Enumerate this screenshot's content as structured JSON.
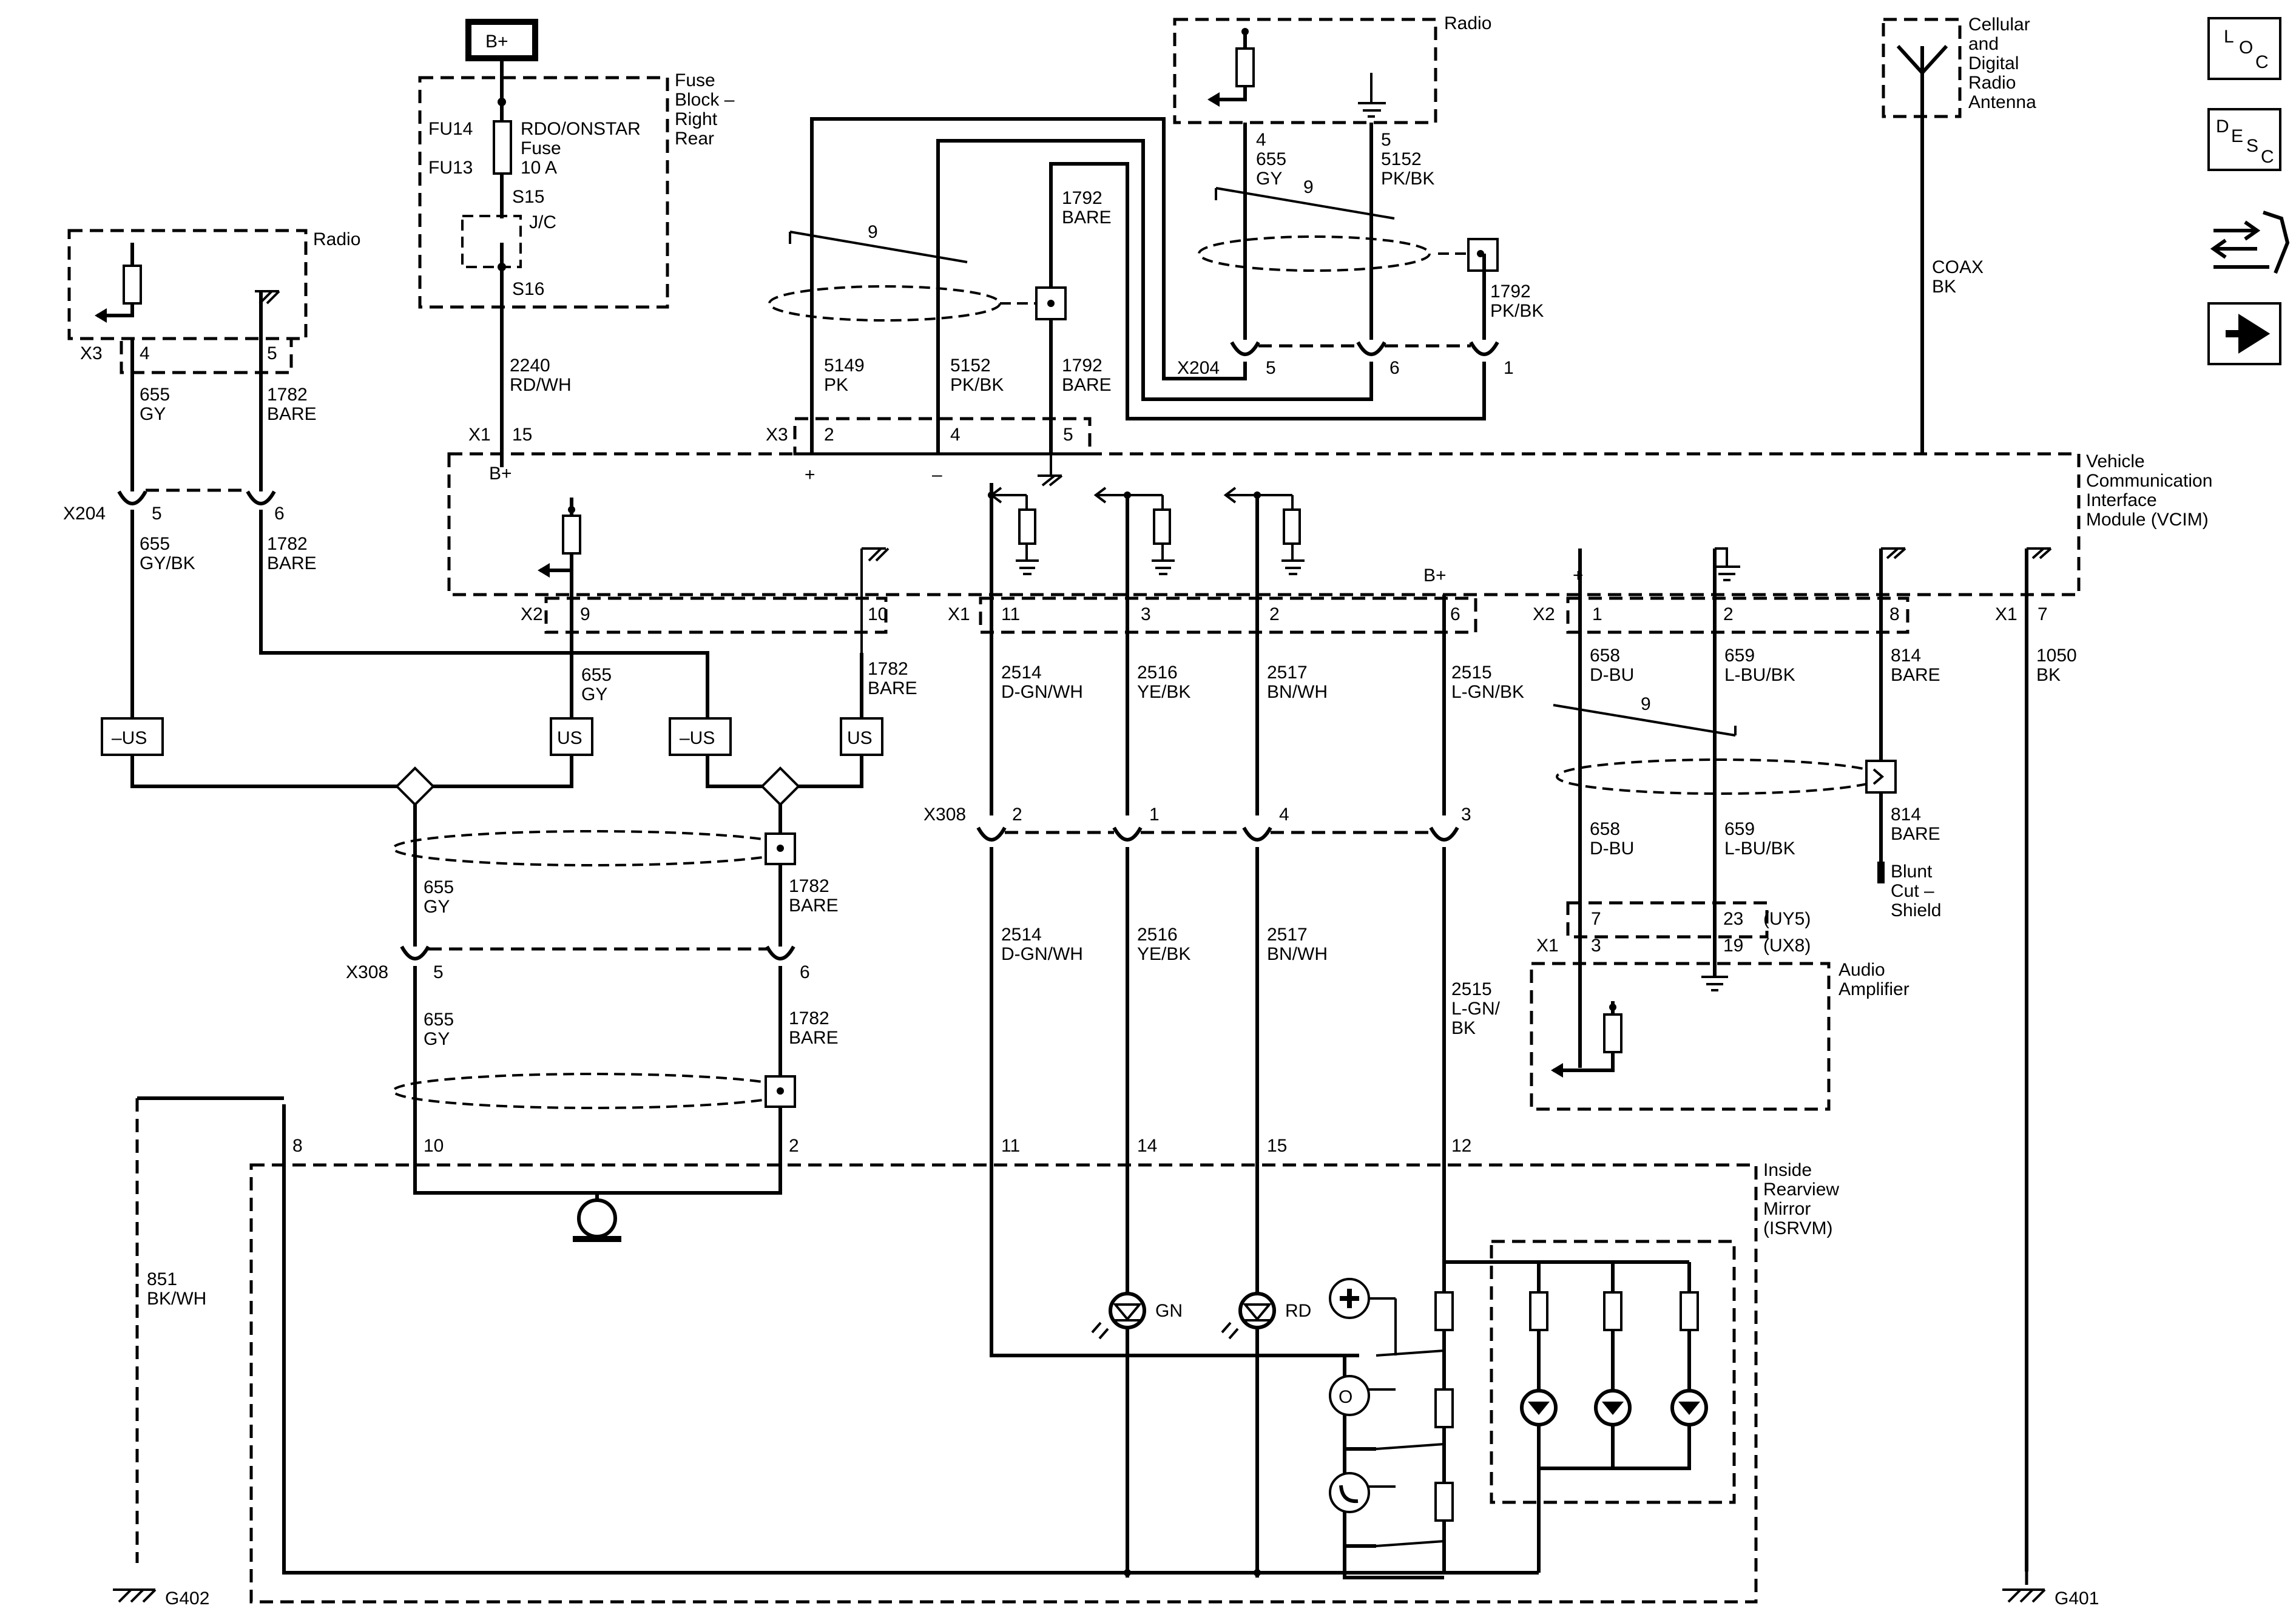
{
  "nav": {
    "loc": "LOC",
    "desc": "DESC",
    "icon_connector": "connector-wrench-icon",
    "icon_next": "right-arrow-icon"
  },
  "battery": "B+",
  "fuse_block": {
    "title_1": "Fuse",
    "title_2": "Block –",
    "title_3": "Right",
    "title_4": "Rear",
    "fu14": "FU14",
    "fu13": "FU13",
    "fuse_name_1": "RDO/ONSTAR",
    "fuse_name_2": "Fuse",
    "fuse_rating": "10 A",
    "s15": "S15",
    "jc": "J/C",
    "s16": "S16"
  },
  "radio_left": {
    "title": "Radio",
    "conn": "X3",
    "pin_a": "4",
    "pin_b": "5"
  },
  "radio_top": {
    "title": "Radio",
    "pin_a": "4",
    "pin_b": "5"
  },
  "antenna": {
    "title_1": "Cellular",
    "title_2": "and",
    "title_3": "Digital",
    "title_4": "Radio",
    "title_5": "Antenna",
    "cable_1": "COAX",
    "cable_2": "BK"
  },
  "vcim": {
    "title_1": "Vehicle",
    "title_2": "Communication",
    "title_3": "Interface",
    "title_4": "Module (VCIM)",
    "bplus_1": "B+",
    "bplus_2": "B+",
    "x1": "X1",
    "x1_pin": "15",
    "x3": "X3",
    "x3_pin_a": "2",
    "x3_pin_b": "4",
    "x3_pin_c": "5",
    "plus": "+",
    "minus": "–",
    "x2": "X2",
    "x2_pin_a": "9",
    "x2_pin_b": "10",
    "x1b": "X1",
    "x1b_pin_a": "11",
    "x1b_pin_b": "3",
    "x1b_pin_c": "2",
    "x1b_pin_d": "6",
    "x2b": "X2",
    "x2b_pin_a": "1",
    "x2b_pin_b": "2",
    "x2b_pin_c": "8",
    "plus2": "+",
    "x1c": "X1",
    "x1c_pin": "7"
  },
  "wires": {
    "w2240_a": "2240",
    "w2240_b": "RD/WH",
    "w5149_a": "5149",
    "w5149_b": "PK",
    "w5152_a": "5152",
    "w5152_b": "PK/BK",
    "w1792t_a": "1792",
    "w1792t_b": "BARE",
    "w1792b_a": "1792",
    "w1792b_b": "BARE",
    "twist9_a": "9",
    "twist9_b": "9",
    "twist9_c": "9",
    "w655t_a": "655",
    "w655t_b": "GY",
    "w5152r_a": "5152",
    "w5152r_b": "PK/BK",
    "w1792r_a": "1792",
    "w1792r_b": "PK/BK",
    "x204_top": "X204",
    "x204_top_a": "5",
    "x204_top_b": "6",
    "x204_top_c": "1",
    "w655l_a": "655",
    "w655l_b": "GY",
    "w1782l_a": "1782",
    "w1782l_b": "BARE",
    "x204_left": "X204",
    "x204_left_a": "5",
    "x204_left_b": "6",
    "w655gybk_a": "655",
    "w655gybk_b": "GY/BK",
    "w1782l2_a": "1782",
    "w1782l2_b": "BARE",
    "w655m_a": "655",
    "w655m_b": "GY",
    "w1782m_a": "1782",
    "w1782m_b": "BARE",
    "us_minus_1": "–US",
    "us_1": "US",
    "us_minus_2": "–US",
    "us_2": "US",
    "w655s_a": "655",
    "w655s_b": "GY",
    "w1782s_a": "1782",
    "w1782s_b": "BARE",
    "x308_left": "X308",
    "x308_left_a": "5",
    "x308_left_b": "6",
    "w655s2_a": "655",
    "w655s2_b": "GY",
    "w1782s2_a": "1782",
    "w1782s2_b": "BARE",
    "w2514_a": "2514",
    "w2514_b": "D-GN/WH",
    "w2516_a": "2516",
    "w2516_b": "YE/BK",
    "w2517_a": "2517",
    "w2517_b": "BN/WH",
    "w2515_a": "2515",
    "w2515_b": "L-GN/BK",
    "x308_mid": "X308",
    "x308_mid_a": "2",
    "x308_mid_b": "1",
    "x308_mid_c": "4",
    "x308_mid_d": "3",
    "w2514b_a": "2514",
    "w2514b_b": "D-GN/WH",
    "w2516b_a": "2516",
    "w2516b_b": "YE/BK",
    "w2517b_a": "2517",
    "w2517b_b": "BN/WH",
    "w2515b_a": "2515",
    "w2515b_b": "L-GN/",
    "w2515b_c": "BK",
    "w658_a": "658",
    "w658_b": "D-BU",
    "w659_a": "659",
    "w659_b": "L-BU/BK",
    "w814_a": "814",
    "w814_b": "BARE",
    "w658b_a": "658",
    "w658b_b": "D-BU",
    "w659b_a": "659",
    "w659b_b": "L-BU/BK",
    "w814b_a": "814",
    "w814b_b": "BARE",
    "blunt_1": "Blunt",
    "blunt_2": "Cut –",
    "blunt_3": "Shield",
    "w1050_a": "1050",
    "w1050_b": "BK",
    "w851_a": "851",
    "w851_b": "BK/WH"
  },
  "amplifier": {
    "title_1": "Audio",
    "title_2": "Amplifier",
    "pin_7": "7",
    "pin_3": "3",
    "pin_23": "23",
    "pin_19": "19",
    "opt_uy5": "(UY5)",
    "opt_ux8": "(UX8)",
    "x1": "X1"
  },
  "mirror": {
    "title_1": "Inside",
    "title_2": "Rearview",
    "title_3": "Mirror",
    "title_4": "(ISRVM)",
    "pin_8": "8",
    "pin_10": "10",
    "pin_2": "2",
    "pin_11": "11",
    "pin_14": "14",
    "pin_15": "15",
    "pin_12": "12",
    "led_gn": "GN",
    "led_rd": "RD",
    "icon_emergency": "emergency-button-icon",
    "icon_onstar": "onstar-button-icon",
    "icon_phone": "phone-button-icon",
    "icon_mic": "microphone-icon"
  },
  "grounds": {
    "g402": "G402",
    "g401": "G401"
  }
}
